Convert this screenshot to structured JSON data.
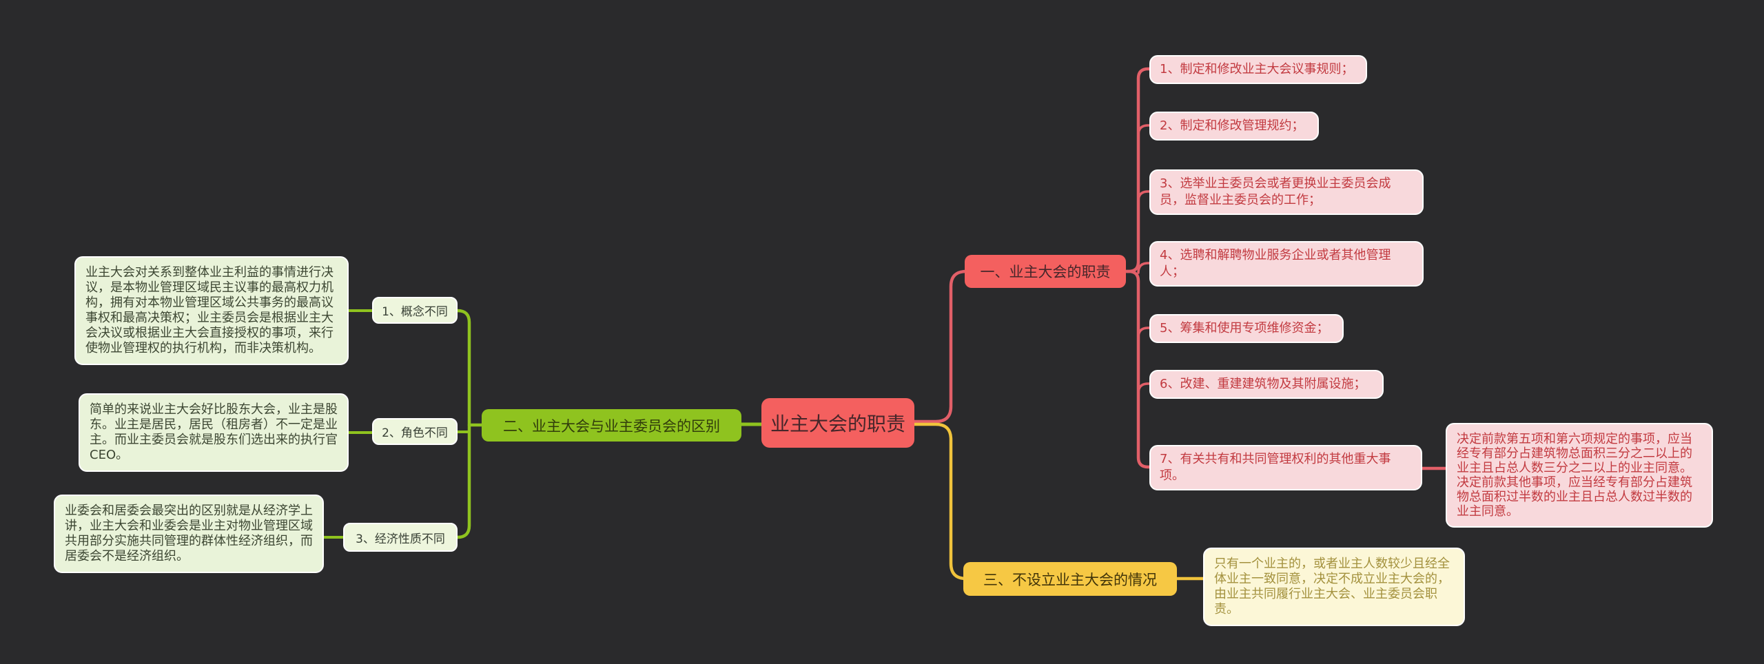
{
  "colors": {
    "background": "#2a2a2c",
    "red_node_bg": "#f4605f",
    "red_line": "#e25f68",
    "pink_item_bg": "#f8d9dc",
    "pink_item_text": "#c23a40",
    "green": "#8fc31f",
    "sub_node_bg": "#eef6dd",
    "note_green_bg": "#e9f3d9",
    "yellow_node_bg": "#f6c844",
    "yellow_line": "#f0c33c",
    "cream_note_bg": "#fcf7d7",
    "cream_note_text": "#a3913d"
  },
  "root": {
    "label": "业主大会的职责"
  },
  "branch_duties": {
    "label": "一、业主大会的职责",
    "items": [
      "1、制定和修改业主大会议事规则；",
      "2、制定和修改管理规约；",
      "3、选举业主委员会或者更换业主委员会成员，监督业主委员会的工作；",
      "4、选聘和解聘物业服务企业或者其他管理人；",
      "5、筹集和使用专项维修资金；",
      "6、改建、重建建筑物及其附属设施；",
      "7、有关共有和共同管理权利的其他重大事项。"
    ],
    "note": "决定前款第五项和第六项规定的事项，应当经专有部分占建筑物总面积三分之二以上的业主且占总人数三分之二以上的业主同意。决定前款其他事项，应当经专有部分占建筑物总面积过半数的业主且占总人数过半数的业主同意。"
  },
  "branch_difference": {
    "label": "二、业主大会与业主委员会的区别",
    "subtopics": [
      {
        "label": "1、概念不同",
        "note": "业主大会对关系到整体业主利益的事情进行决议，是本物业管理区域民主议事的最高权力机构，拥有对本物业管理区域公共事务的最高议事权和最高决策权；业主委员会是根据业主大会决议或根据业主大会直接授权的事项，来行使物业管理权的执行机构，而非决策机构。"
      },
      {
        "label": "2、角色不同",
        "note": "简单的来说业主大会好比股东大会，业主是股东。业主是居民，居民（租房者）不一定是业主。而业主委员会就是股东们选出来的执行官CEO。"
      },
      {
        "label": "3、经济性质不同",
        "note": "业委会和居委会最突出的区别就是从经济学上讲，业主大会和业委会是业主对物业管理区域共用部分实施共同管理的群体性经济组织，而居委会不是经济组织。"
      }
    ]
  },
  "branch_no_assembly": {
    "label": "三、不设立业主大会的情况",
    "note": "只有一个业主的，或者业主人数较少且经全体业主一致同意，决定不成立业主大会的，由业主共同履行业主大会、业主委员会职责。"
  }
}
